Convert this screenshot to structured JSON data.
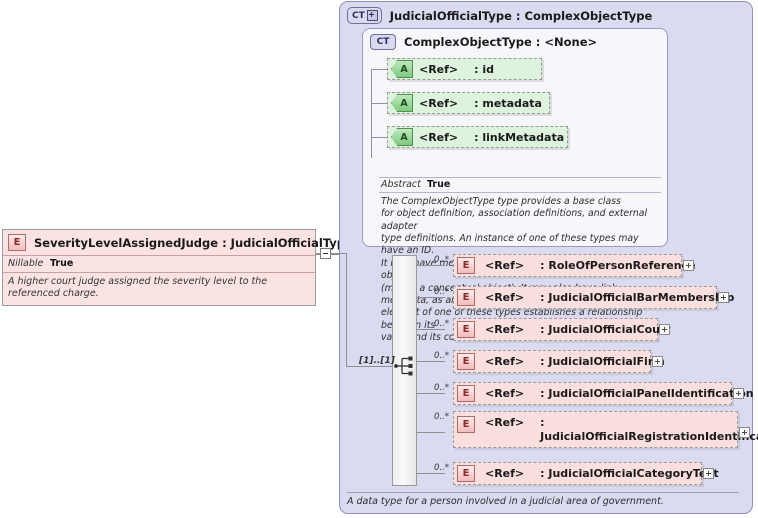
{
  "left_element": {
    "badge": "E",
    "badge_icon": "element-badge-icon",
    "title": "SeverityLevelAssignedJudge  : JudicialOfficialType",
    "property_key": "Nillable",
    "property_value": "True",
    "description": "A higher court judge assigned the severity level to the referenced charge.",
    "collapse_icon": "minus-box-icon",
    "colors": {
      "fill": "#fbe3e3",
      "border": "#9c9c9c",
      "badge": "#f3bcbc"
    }
  },
  "type_panel": {
    "badge": "CT",
    "badge_icon": "complex-type-expand-icon",
    "title": "JudicialOfficialType : ComplexObjectType",
    "footer": "A data type for a person involved in a judicial area of government.",
    "colors": {
      "fill": "#dadaf0",
      "border": "#8f8fb5"
    }
  },
  "ct_panel": {
    "badge": "CT",
    "badge_icon": "complex-type-icon",
    "title": "ComplexObjectType : <None>",
    "colors": {
      "fill": "#f7f7fb",
      "border": "#9a9ac0"
    },
    "attributes": [
      {
        "badge": "A",
        "ref": "<Ref>",
        "name": ": id"
      },
      {
        "badge": "A",
        "ref": "<Ref>",
        "name": ": metadata"
      },
      {
        "badge": "A",
        "ref": "<Ref>",
        "name": ": linkMetadata"
      }
    ],
    "abstract": {
      "key": "Abstract",
      "value": "True",
      "description": "The ComplexObjectType type provides a base class\nfor object definition, association definitions, and external adapter\ntype definitions. An instance of one of these types may have an ID.\nIt may have metadata as it establishes the existence of an object\n(maybe a conceptual object). It may also have link metadata, as an\nelement of one of these types establishes a relationship between its\nvalue and its context."
    }
  },
  "sequence": {
    "icon": "sequence-compositor-icon",
    "cardinality": "[1]..[1]",
    "colors": {
      "fill": "#f2f2f2",
      "border": "#9a9a9a"
    }
  },
  "elements": [
    {
      "occurrence": "0..*",
      "badge": "E",
      "ref": "<Ref>",
      "name": ": RoleOfPersonReference",
      "expand": "plus-box-icon"
    },
    {
      "occurrence": "0..*",
      "badge": "E",
      "ref": "<Ref>",
      "name": ": JudicialOfficialBarMembership",
      "expand": "plus-box-icon"
    },
    {
      "occurrence": "0..*",
      "badge": "E",
      "ref": "<Ref>",
      "name": ": JudicialOfficialCourt",
      "expand": "plus-box-icon"
    },
    {
      "occurrence": "0..*",
      "badge": "E",
      "ref": "<Ref>",
      "name": ": JudicialOfficialFirm",
      "expand": "plus-box-icon"
    },
    {
      "occurrence": "0..*",
      "badge": "E",
      "ref": "<Ref>",
      "name": ": JudicialOfficialPanelIdentification",
      "expand": "plus-box-icon"
    },
    {
      "occurrence": "0..*",
      "badge": "E",
      "ref": "<Ref>",
      "name": ": JudicialOfficialRegistrationIdentification",
      "expand": "plus-box-icon"
    },
    {
      "occurrence": "0..*",
      "badge": "E",
      "ref": "<Ref>",
      "name": ": JudicialOfficialCategoryText",
      "expand": "plus-box-icon"
    }
  ]
}
